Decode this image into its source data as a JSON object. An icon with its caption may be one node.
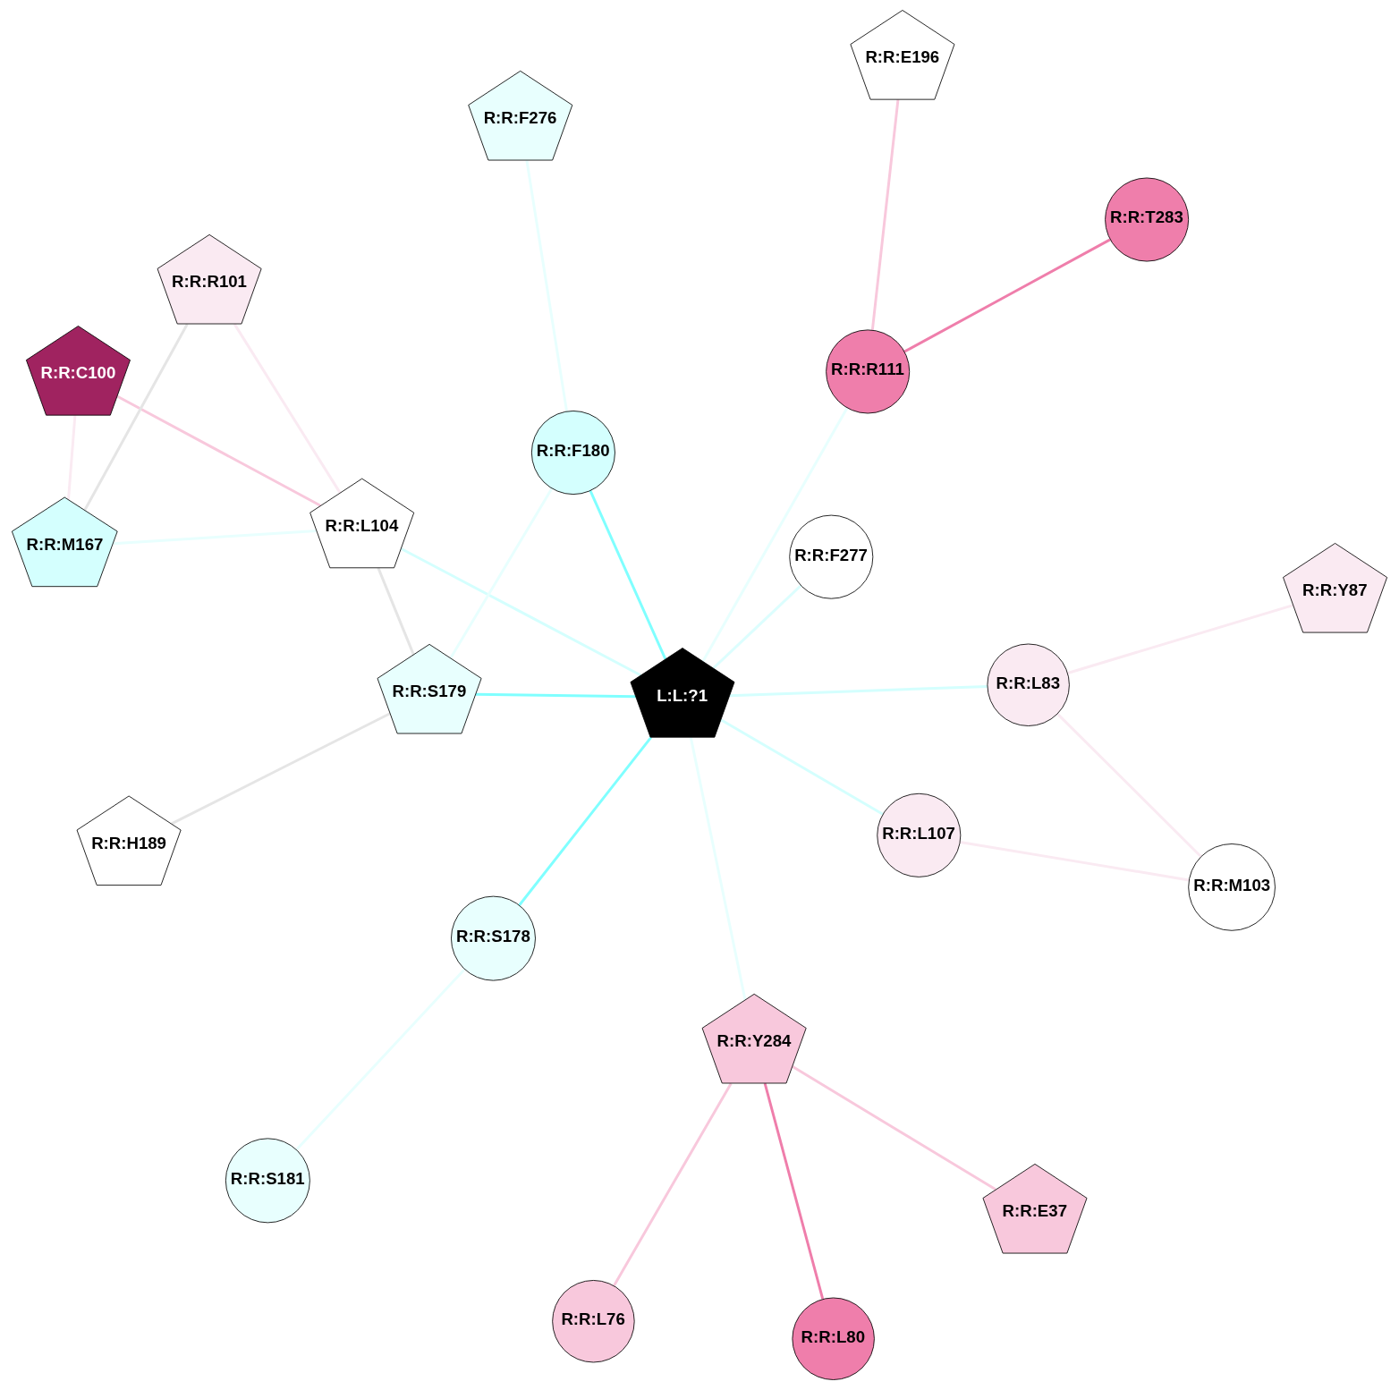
{
  "diagram": {
    "nodes": [
      {
        "text": [
          "R:R:S181"
        ]
      },
      {
        "text": [
          "R:R:E37"
        ]
      },
      {
        "text": [
          "R:R:L76"
        ]
      },
      {
        "text": [
          "R:R:F276"
        ]
      },
      {
        "text": [
          "R:R:F277"
        ]
      },
      {
        "text": [
          "R:R:L83"
        ]
      },
      {
        "text": [
          "R:R:L104"
        ]
      },
      {
        "text": [
          "R:R:L80"
        ]
      },
      {
        "text": [
          "R:R:H189"
        ]
      },
      {
        "text": [
          "R:R:Y284"
        ]
      },
      {
        "text": [
          "L:L:?1"
        ]
      },
      {
        "text": [
          "R:R:L107"
        ]
      },
      {
        "text": [
          "R:R:Y87"
        ]
      },
      {
        "text": [
          "R:R:T283"
        ]
      },
      {
        "text": [
          "R:R:F180"
        ]
      },
      {
        "text": [
          "R:R:R111"
        ]
      },
      {
        "text": [
          "R:R:M103"
        ]
      },
      {
        "text": [
          "R:R:S179"
        ]
      },
      {
        "text": [
          "R:R:S178"
        ]
      },
      {
        "text": [
          "R:R:E196"
        ]
      },
      {
        "text": [
          "R:R:C100"
        ]
      },
      {
        "text": [
          "R:R:M167"
        ]
      },
      {
        "text": [
          "R:R:R101"
        ]
      }
    ],
    "edges": [
      {
        "from": 1,
        "to": 9,
        "arrow": "none",
        "color": "#f8c8dc"
      },
      {
        "from": 2,
        "to": 9,
        "arrow": "none",
        "color": "#f8c8dc"
      },
      {
        "from": 7,
        "to": 9,
        "arrow": "none",
        "color": "#ef7eab"
      },
      {
        "from": 0,
        "to": 18,
        "arrow": "none",
        "color": "#e8fffe"
      },
      {
        "from": 3,
        "to": 14,
        "arrow": "none",
        "color": "#e8fffe"
      },
      {
        "from": 4,
        "to": 10,
        "arrow": "none",
        "color": "#dcfefe"
      },
      {
        "from": 5,
        "to": 10,
        "arrow": "none",
        "color": "#d4fffe"
      },
      {
        "from": 5,
        "to": 12,
        "arrow": "none",
        "color": "#faeaf2"
      },
      {
        "from": 5,
        "to": 16,
        "arrow": "none",
        "color": "#faeaf2"
      },
      {
        "from": 6,
        "to": 10,
        "arrow": "none",
        "color": "#d4fffe"
      },
      {
        "from": 6,
        "to": 17,
        "arrow": "none",
        "color": "#e5e5e5"
      },
      {
        "from": 6,
        "to": 21,
        "arrow": "none",
        "color": "#e8fffe"
      },
      {
        "from": 6,
        "to": 22,
        "arrow": "none",
        "color": "#faeaf2"
      },
      {
        "from": 6,
        "to": 20,
        "arrow": "none",
        "color": "#f8c8dc"
      },
      {
        "from": 8,
        "to": 17,
        "arrow": "none",
        "color": "#e5e5e5"
      },
      {
        "from": 9,
        "to": 10,
        "arrow": "none",
        "color": "#e8fffe"
      },
      {
        "from": 11,
        "to": 10,
        "arrow": "none",
        "color": "#d4fffe"
      },
      {
        "from": 11,
        "to": 16,
        "arrow": "none",
        "color": "#faeaf2"
      },
      {
        "from": 10,
        "to": 14,
        "arrow": "none",
        "color": "#80ffff"
      },
      {
        "from": 10,
        "to": 17,
        "arrow": "none",
        "color": "#80ffff"
      },
      {
        "from": 10,
        "to": 18,
        "arrow": "none",
        "color": "#80ffff"
      },
      {
        "from": 10,
        "to": 15,
        "arrow": "none",
        "color": "#e8fffe"
      },
      {
        "from": 14,
        "to": 17,
        "arrow": "none",
        "color": "#e8fffe"
      },
      {
        "from": 13,
        "to": 15,
        "arrow": "none",
        "color": "#ef7eab"
      },
      {
        "from": 15,
        "to": 19,
        "arrow": "none",
        "color": "#f8c8dc"
      },
      {
        "from": 20,
        "to": 21,
        "arrow": "none",
        "color": "#faeaf2"
      },
      {
        "from": 21,
        "to": 22,
        "arrow": "none",
        "color": "#e5e5e5"
      }
    ]
  }
}
